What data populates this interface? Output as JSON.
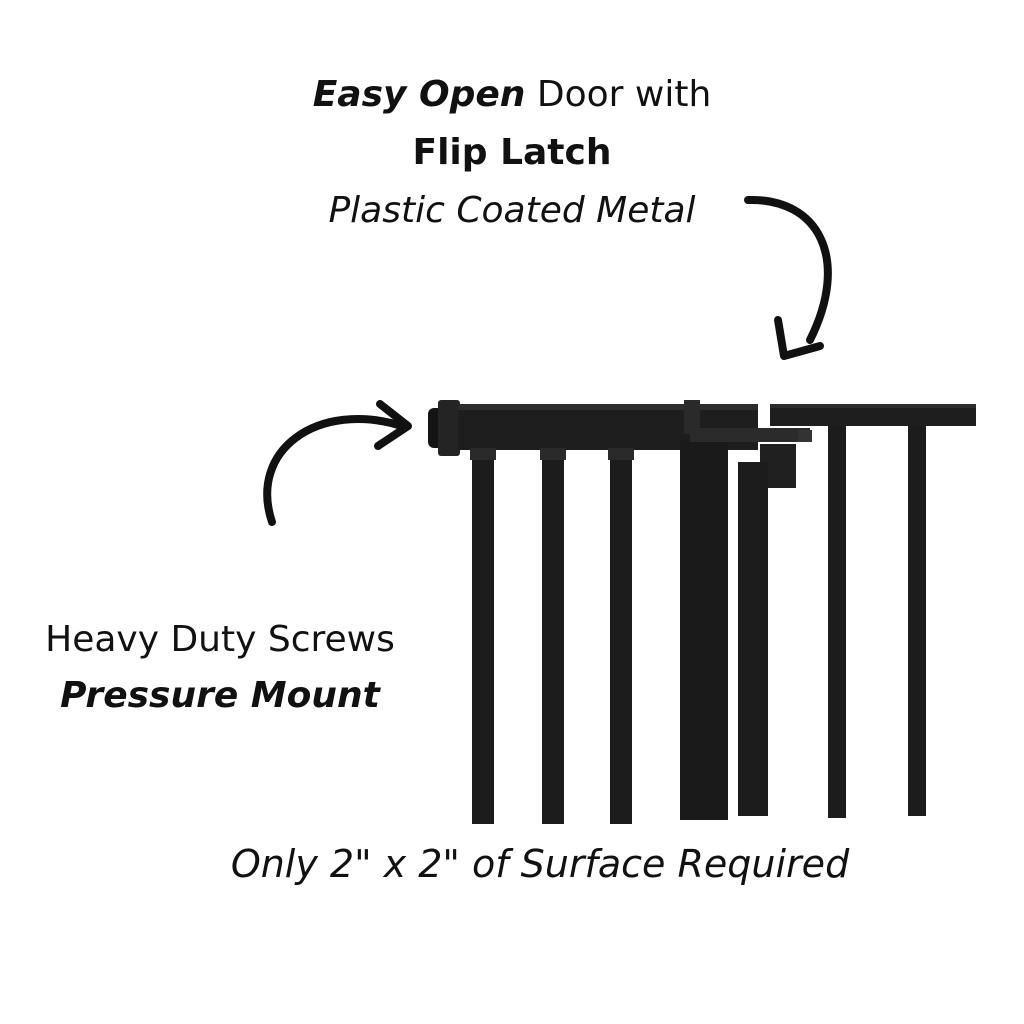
{
  "top_callout": {
    "line1_bold_italic": "Easy Open",
    "line1_rest": " Door with",
    "line2_bold": "Flip Latch",
    "line3_italic": "Plastic Coated Metal"
  },
  "left_callout": {
    "line1": "Heavy Duty Screws",
    "line2_bold_italic": "Pressure Mount"
  },
  "bottom_caption": "Only 2\" x 2\" of Surface Required",
  "icons": [
    "curved-arrow-down-icon",
    "curved-arrow-right-icon"
  ],
  "colors": {
    "background": "#ffffff",
    "text": "#111111",
    "gate_metal": "#1c1c1c"
  }
}
